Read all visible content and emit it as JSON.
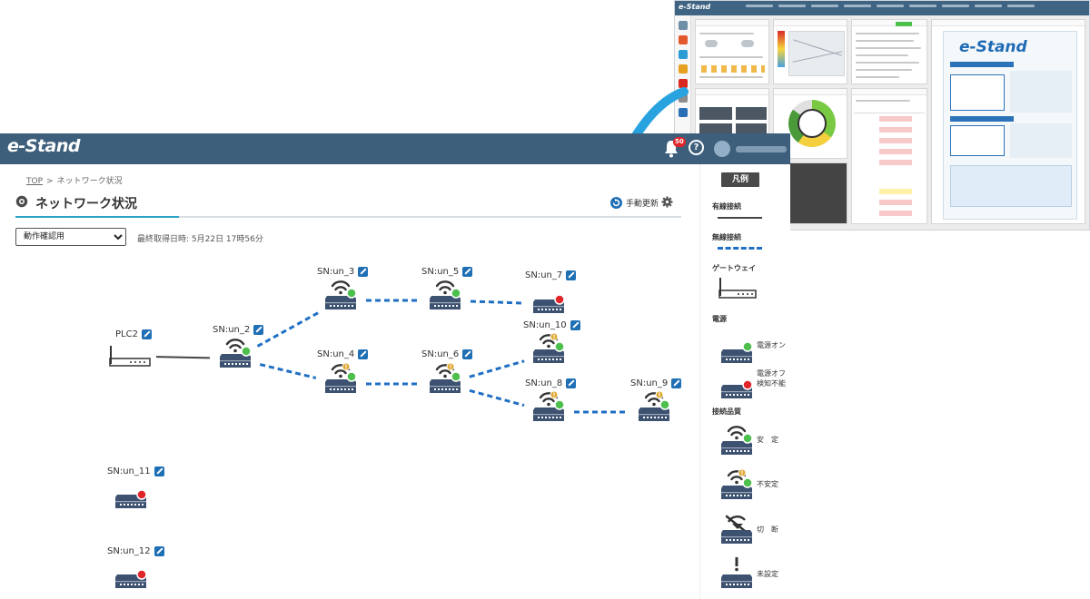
{
  "app": {
    "brand": "e-Stand",
    "notification_count": "50",
    "help_glyph": "?"
  },
  "breadcrumb": {
    "home": "TOP",
    "separator": ">",
    "current": "ネットワーク状況"
  },
  "page": {
    "title": "ネットワーク状況",
    "refresh_label": "手動更新",
    "site_select": {
      "value": "動作確認用",
      "options": [
        "動作確認用"
      ]
    },
    "last_fetched": "最終取得日時: 5月22日 17時56分"
  },
  "network": {
    "nodes": [
      {
        "id": "PLC2",
        "label": "PLC2",
        "type": "gateway"
      },
      {
        "id": "SN:un_2",
        "label": "SN:un_2",
        "type": "sensor",
        "power": "on",
        "quality": "stable"
      },
      {
        "id": "SN:un_3",
        "label": "SN:un_3",
        "type": "sensor",
        "power": "on",
        "quality": "stable"
      },
      {
        "id": "SN:un_5",
        "label": "SN:un_5",
        "type": "sensor",
        "power": "on",
        "quality": "stable"
      },
      {
        "id": "SN:un_7",
        "label": "SN:un_7",
        "type": "sensor",
        "power": "off",
        "quality": "none"
      },
      {
        "id": "SN:un_4",
        "label": "SN:un_4",
        "type": "sensor",
        "power": "on",
        "quality": "unstable"
      },
      {
        "id": "SN:un_6",
        "label": "SN:un_6",
        "type": "sensor",
        "power": "on",
        "quality": "unstable"
      },
      {
        "id": "SN:un_10",
        "label": "SN:un_10",
        "type": "sensor",
        "power": "on",
        "quality": "unstable"
      },
      {
        "id": "SN:un_8",
        "label": "SN:un_8",
        "type": "sensor",
        "power": "on",
        "quality": "unstable"
      },
      {
        "id": "SN:un_9",
        "label": "SN:un_9",
        "type": "sensor",
        "power": "on",
        "quality": "unstable"
      },
      {
        "id": "SN:un_11",
        "label": "SN:un_11",
        "type": "sensor",
        "power": "off",
        "quality": "none"
      },
      {
        "id": "SN:un_12",
        "label": "SN:un_12",
        "type": "sensor",
        "power": "off",
        "quality": "none"
      }
    ],
    "links": [
      {
        "from": "PLC2",
        "to": "SN:un_2",
        "kind": "wired"
      },
      {
        "from": "SN:un_2",
        "to": "SN:un_3",
        "kind": "wireless"
      },
      {
        "from": "SN:un_2",
        "to": "SN:un_4",
        "kind": "wireless"
      },
      {
        "from": "SN:un_3",
        "to": "SN:un_5",
        "kind": "wireless"
      },
      {
        "from": "SN:un_5",
        "to": "SN:un_7",
        "kind": "wireless"
      },
      {
        "from": "SN:un_4",
        "to": "SN:un_6",
        "kind": "wireless"
      },
      {
        "from": "SN:un_6",
        "to": "SN:un_10",
        "kind": "wireless"
      },
      {
        "from": "SN:un_6",
        "to": "SN:un_8",
        "kind": "wireless"
      },
      {
        "from": "SN:un_8",
        "to": "SN:un_9",
        "kind": "wireless"
      }
    ]
  },
  "legend": {
    "title": "凡例",
    "wired": "有線接続",
    "wireless": "無線接続",
    "gateway": "ゲートウェイ",
    "power": "電源",
    "power_on": "電源オン",
    "power_off": "電源オフ",
    "power_off_sub": "検知不能",
    "quality": "接続品質",
    "stable": "安　定",
    "unstable": "不安定",
    "disconnected": "切　断",
    "unset": "未設定"
  },
  "colors": {
    "header": "#3d5f7c",
    "accent": "#2ba3c5",
    "device": "#3d5170",
    "online": "#4cbf4c",
    "offline": "#e0262a",
    "warning": "#e0a82e",
    "link": "#1f6fc4",
    "arrow": "#29a3e0"
  }
}
